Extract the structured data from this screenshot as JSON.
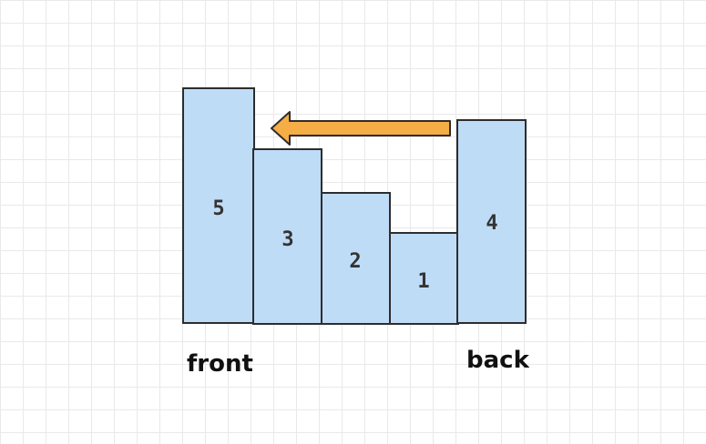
{
  "stack": {
    "bars": [
      {
        "value": "5",
        "height": 5
      },
      {
        "value": "3",
        "height": 3
      },
      {
        "value": "2",
        "height": 2
      },
      {
        "value": "1",
        "height": 1
      },
      {
        "value": "4",
        "height": 4
      }
    ],
    "front_label": "front",
    "back_label": "back"
  },
  "colors": {
    "bar_fill": "#bfdcf6",
    "bar_stroke": "#2d2d2d",
    "arrow_fill": "#f5ad45",
    "grid_line": "#e9e9e9"
  },
  "icons": {
    "arrow": "left-arrow-icon"
  }
}
